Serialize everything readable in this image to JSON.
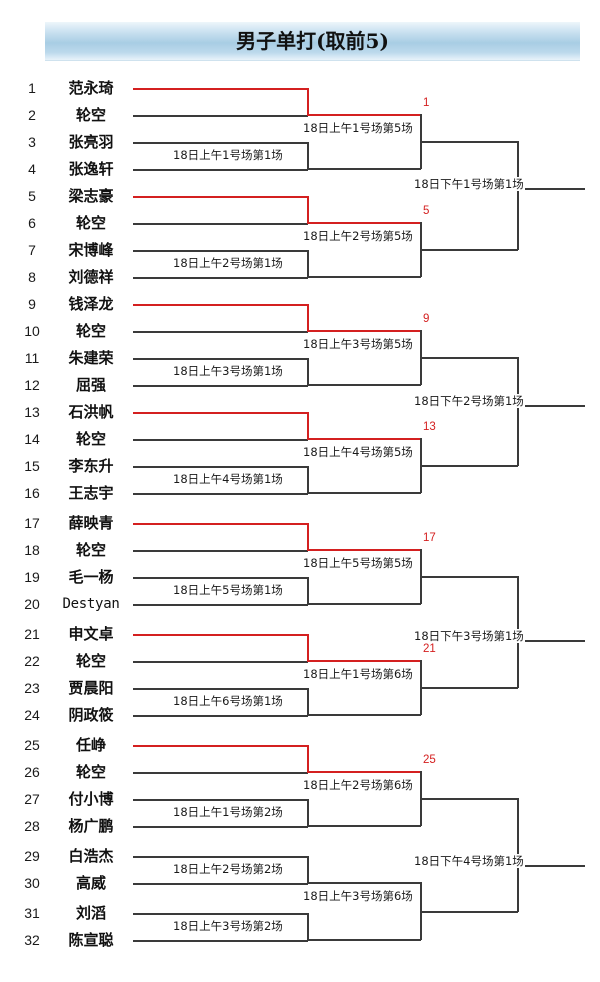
{
  "header": {
    "title": "男子单打(取前5)",
    "accent_color": "#a8cde4"
  },
  "colors": {
    "line": "#3a3a3a",
    "highlight": "#d42020",
    "text": "#111111"
  },
  "bracket": {
    "type": "single-elimination",
    "entrant_count": 32,
    "seeds": [
      {
        "num": "1",
        "name": "范永琦",
        "advances": true
      },
      {
        "num": "2",
        "name": "轮空",
        "advances": false
      },
      {
        "num": "3",
        "name": "张亮羽",
        "advances": false
      },
      {
        "num": "4",
        "name": "张逸轩",
        "advances": false
      },
      {
        "num": "5",
        "name": "梁志豪",
        "advances": true
      },
      {
        "num": "6",
        "name": "轮空",
        "advances": false
      },
      {
        "num": "7",
        "name": "宋博峰",
        "advances": false
      },
      {
        "num": "8",
        "name": "刘德祥",
        "advances": false
      },
      {
        "num": "9",
        "name": "钱泽龙",
        "advances": true
      },
      {
        "num": "10",
        "name": "轮空",
        "advances": false
      },
      {
        "num": "11",
        "name": "朱建荣",
        "advances": false
      },
      {
        "num": "12",
        "name": "屈强",
        "advances": false
      },
      {
        "num": "13",
        "name": "石洪帆",
        "advances": true
      },
      {
        "num": "14",
        "name": "轮空",
        "advances": false
      },
      {
        "num": "15",
        "name": "李东升",
        "advances": false
      },
      {
        "num": "16",
        "name": "王志宇",
        "advances": false
      },
      {
        "num": "17",
        "name": "薛映青",
        "advances": true
      },
      {
        "num": "18",
        "name": "轮空",
        "advances": false
      },
      {
        "num": "19",
        "name": "毛一杨",
        "advances": false
      },
      {
        "num": "20",
        "name": "Destyan",
        "advances": false
      },
      {
        "num": "21",
        "name": "申文卓",
        "advances": true
      },
      {
        "num": "22",
        "name": "轮空",
        "advances": false
      },
      {
        "num": "23",
        "name": "贾晨阳",
        "advances": false
      },
      {
        "num": "24",
        "name": "阴政筱",
        "advances": false
      },
      {
        "num": "25",
        "name": "任峥",
        "advances": true
      },
      {
        "num": "26",
        "name": "轮空",
        "advances": false
      },
      {
        "num": "27",
        "name": "付小博",
        "advances": false
      },
      {
        "num": "28",
        "name": "杨广鹏",
        "advances": false
      },
      {
        "num": "29",
        "name": "白浩杰",
        "advances": false
      },
      {
        "num": "30",
        "name": "高威",
        "advances": false
      },
      {
        "num": "31",
        "name": "刘滔",
        "advances": false
      },
      {
        "num": "32",
        "name": "陈宣聪",
        "advances": false
      }
    ],
    "round1_labels": [
      "18日上午1号场第1场",
      "18日上午2号场第1场",
      "18日上午3号场第1场",
      "18日上午4号场第1场",
      "18日上午5号场第1场",
      "18日上午6号场第1场",
      "18日上午1号场第2场",
      "18日上午2号场第2场",
      "18日上午3号场第2场"
    ],
    "round2_labels": [
      "18日上午1号场第5场",
      "18日上午2号场第5场",
      "18日上午3号场第5场",
      "18日上午4号场第5场",
      "18日上午5号场第5场",
      "18日上午1号场第6场",
      "18日上午2号场第6场",
      "18日上午3号场第6场"
    ],
    "round3_labels": [
      "18日下午1号场第1场",
      "18日下午2号场第1场",
      "18日下午3号场第1场",
      "18日下午4号场第1场"
    ],
    "advancing_numbers": [
      "1",
      "5",
      "9",
      "13",
      "17",
      "21",
      "25"
    ]
  }
}
